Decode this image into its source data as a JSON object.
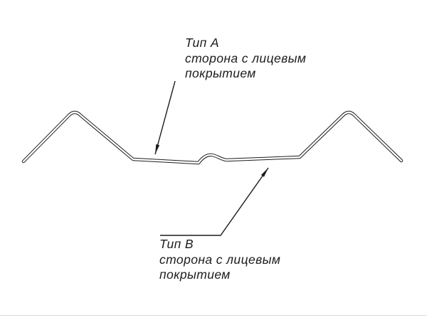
{
  "diagram": {
    "description": "profile cross-section drawing",
    "labels": {
      "type_a": {
        "title": "Тип А",
        "line1": "сторона с лицевым",
        "line2": "покрытием"
      },
      "type_b": {
        "title": "Тип В",
        "line1": "сторона с лицевым",
        "line2": "покрытием"
      }
    },
    "colors": {
      "line": "#1c1c1c",
      "background": "#ffffff",
      "edge": "#d9d9d9"
    }
  }
}
